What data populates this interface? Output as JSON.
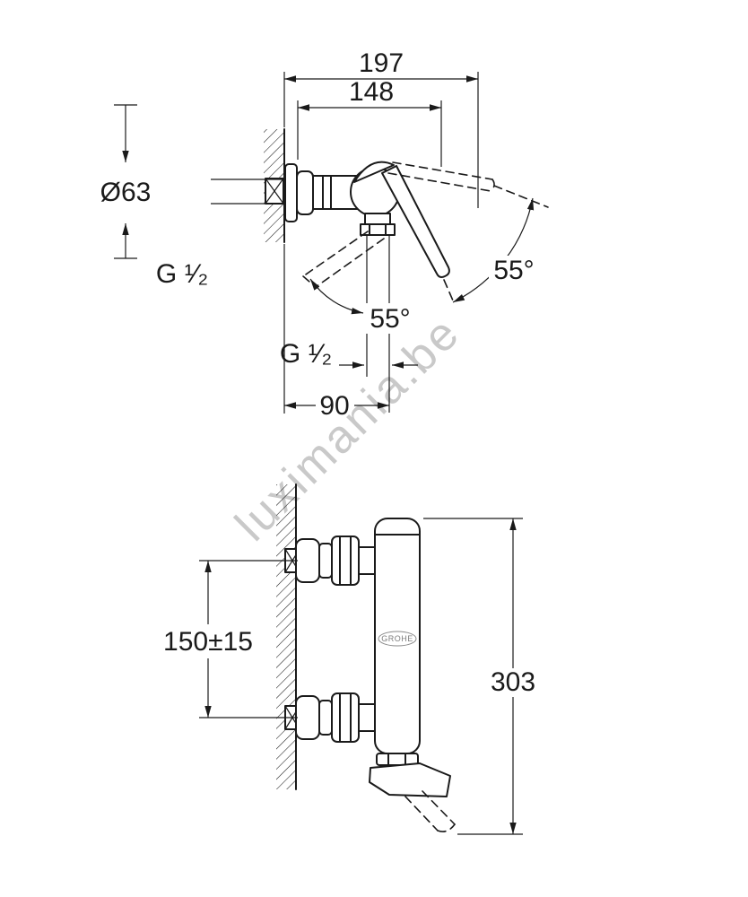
{
  "watermark": "luximania.be",
  "top_view": {
    "dim_depth_overall": "197",
    "dim_depth_body": "148",
    "dim_escutcheon_diameter": "Ø63",
    "thread_inlet": "G ¹⁄₂",
    "thread_outlet": "G ¹⁄₂",
    "angle_lever": "55°",
    "angle_outlet": "55°",
    "dim_outlet_offset": "90"
  },
  "front_view": {
    "dim_connection_height": "150±15",
    "dim_height_overall": "303",
    "brand_logo": "GROHE"
  },
  "colors": {
    "line": "#1a1a1a",
    "watermark": "#c9c9c9"
  }
}
